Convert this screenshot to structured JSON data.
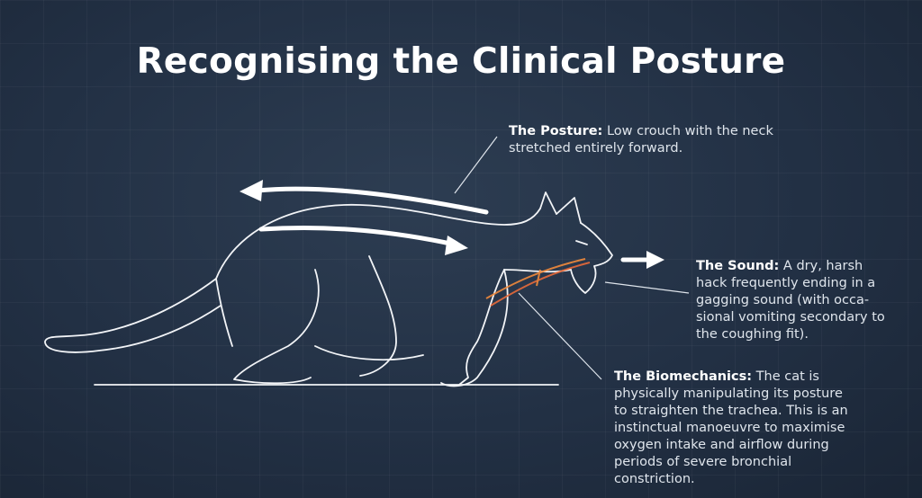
{
  "title": "Recognising the Clinical Posture",
  "annotations": {
    "posture": {
      "label": "The Posture:",
      "text": " Low crouch with the neck stretched entirely forward."
    },
    "sound": {
      "label": "The Sound:",
      "text": " A dry, harsh hack frequently ending in a gagging sound (with occa-sional vomiting secondary to the coughing fit)."
    },
    "biomechanics": {
      "label": "The Biomechanics:",
      "text": " The cat is physically manipulating its posture to straighten the trachea. This is an instinctual manoeuvre to maximise oxygen intake and airflow during periods of severe bronchial constriction."
    }
  },
  "colors": {
    "line": "#ffffff",
    "trachea": "#f08a3c",
    "background": "#223044"
  }
}
